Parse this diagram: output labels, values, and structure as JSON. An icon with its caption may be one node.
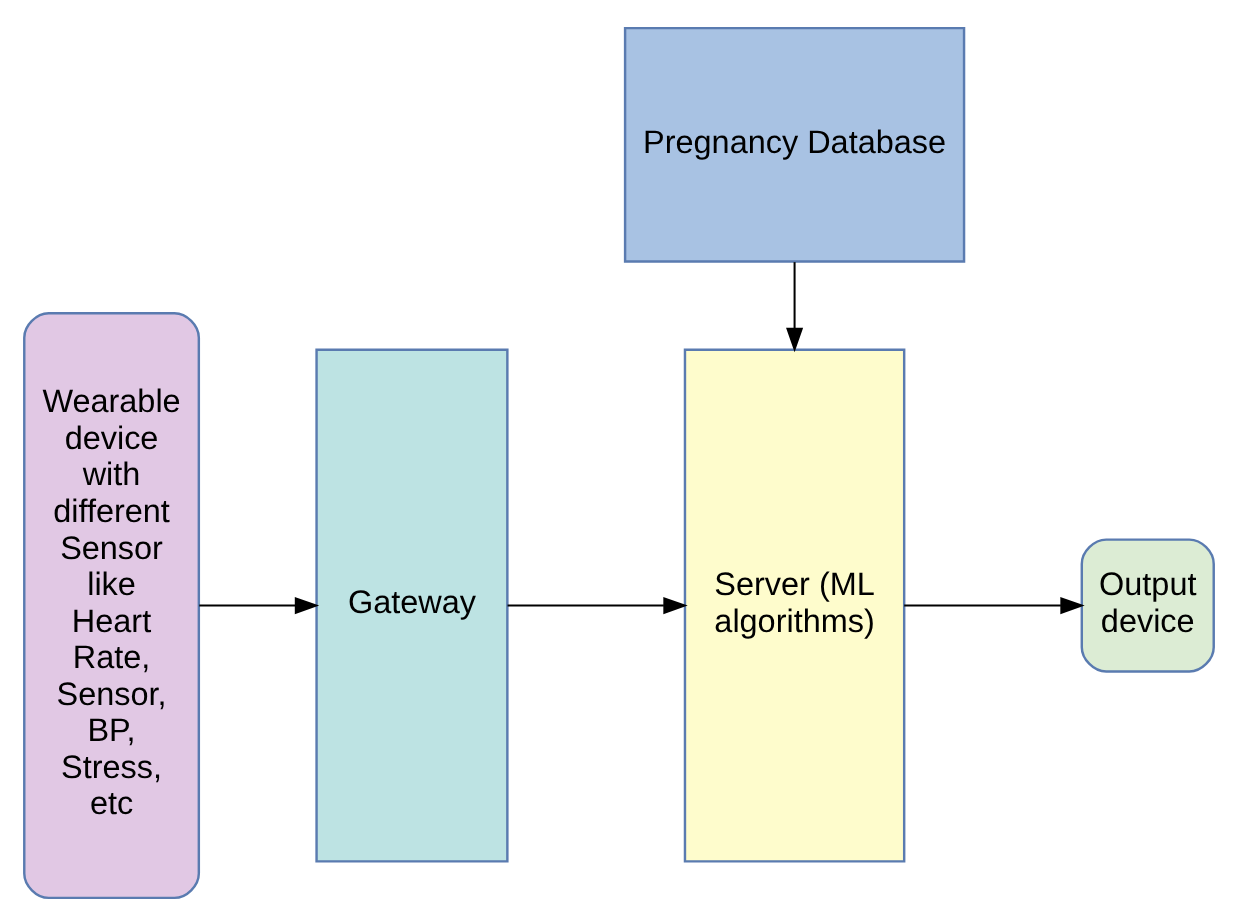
{
  "diagram": {
    "nodes": [
      {
        "text": [
          "Wearable device with different Sensor like Heart Rate, Sensor, BP, Stress, etc"
        ]
      },
      {
        "text": [
          "Gateway"
        ]
      },
      {
        "text": [
          "Server (ML algorithms)"
        ]
      },
      {
        "text": [
          "Output device"
        ]
      },
      {
        "text": [
          "Pregnancy Database"
        ]
      }
    ],
    "edges": [
      {
        "from": 0,
        "to": 1,
        "arrow": "to"
      },
      {
        "from": 1,
        "to": 2,
        "arrow": "to"
      },
      {
        "from": 2,
        "to": 3,
        "arrow": "to"
      },
      {
        "from": 4,
        "to": 2,
        "arrow": "to"
      }
    ]
  }
}
